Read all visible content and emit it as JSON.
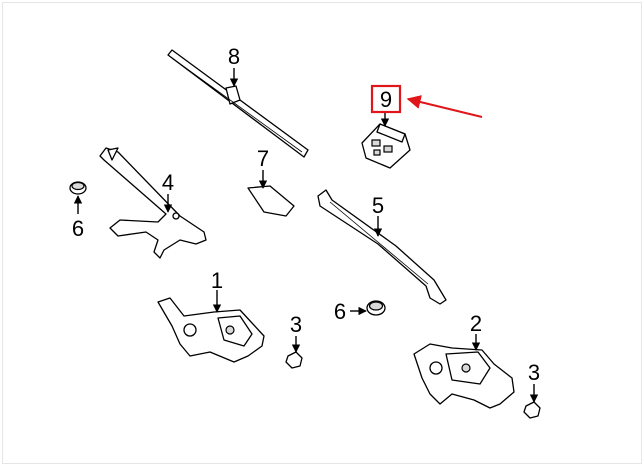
{
  "diagram": {
    "callouts": [
      {
        "id": "1",
        "label": "1"
      },
      {
        "id": "2",
        "label": "2"
      },
      {
        "id": "3a",
        "label": "3"
      },
      {
        "id": "3b",
        "label": "3"
      },
      {
        "id": "4",
        "label": "4"
      },
      {
        "id": "5",
        "label": "5"
      },
      {
        "id": "6a",
        "label": "6"
      },
      {
        "id": "6b",
        "label": "6"
      },
      {
        "id": "7",
        "label": "7"
      },
      {
        "id": "8",
        "label": "8"
      },
      {
        "id": "9",
        "label": "9"
      }
    ],
    "highlight": {
      "callout_id": "9",
      "color": "#e0161b"
    },
    "colors": {
      "line": "#000000",
      "background": "#ffffff",
      "frame": "#e6e6e6"
    }
  }
}
